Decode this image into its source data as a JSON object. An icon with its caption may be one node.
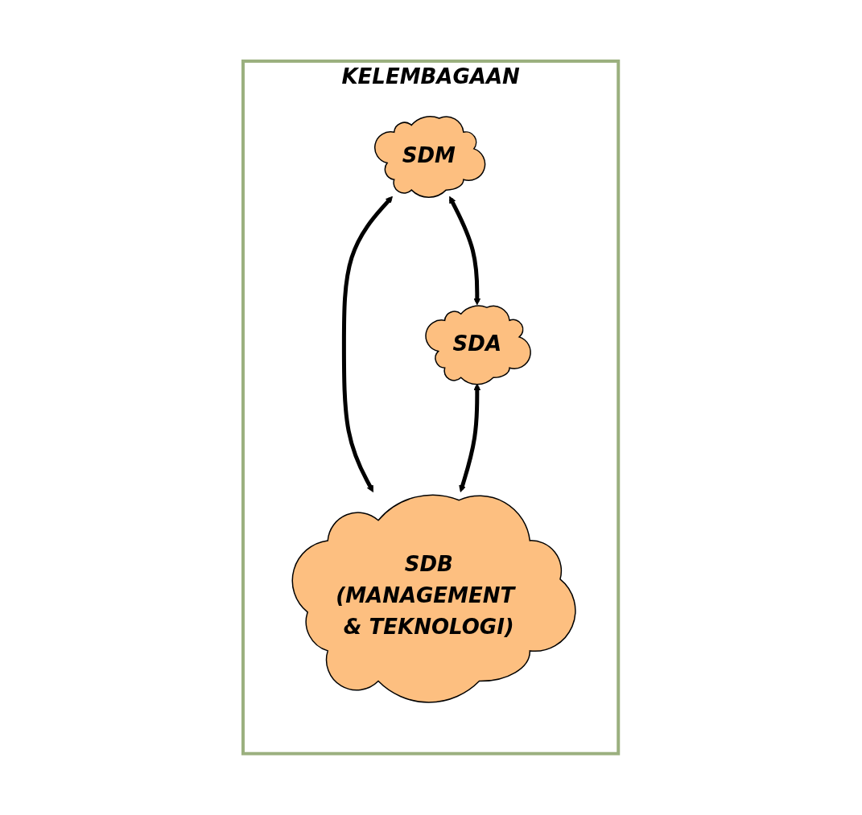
{
  "diagram": {
    "nodes": [
      {
        "text": [
          "KELEMBAGAAN"
        ]
      },
      {
        "text": [
          "SDM"
        ],
        "in": 0
      },
      {
        "text": [
          "SDA"
        ],
        "in": 0
      },
      {
        "text": [
          "SDB",
          "(MANAGEMENT & TEKNOLOGI)"
        ],
        "in": 0
      }
    ],
    "edges": [
      {
        "from": 1,
        "to": 2,
        "arrow": "both"
      },
      {
        "from": 1,
        "to": 3,
        "arrow": "both"
      },
      {
        "from": 2,
        "to": 3,
        "arrow": "both"
      }
    ]
  }
}
